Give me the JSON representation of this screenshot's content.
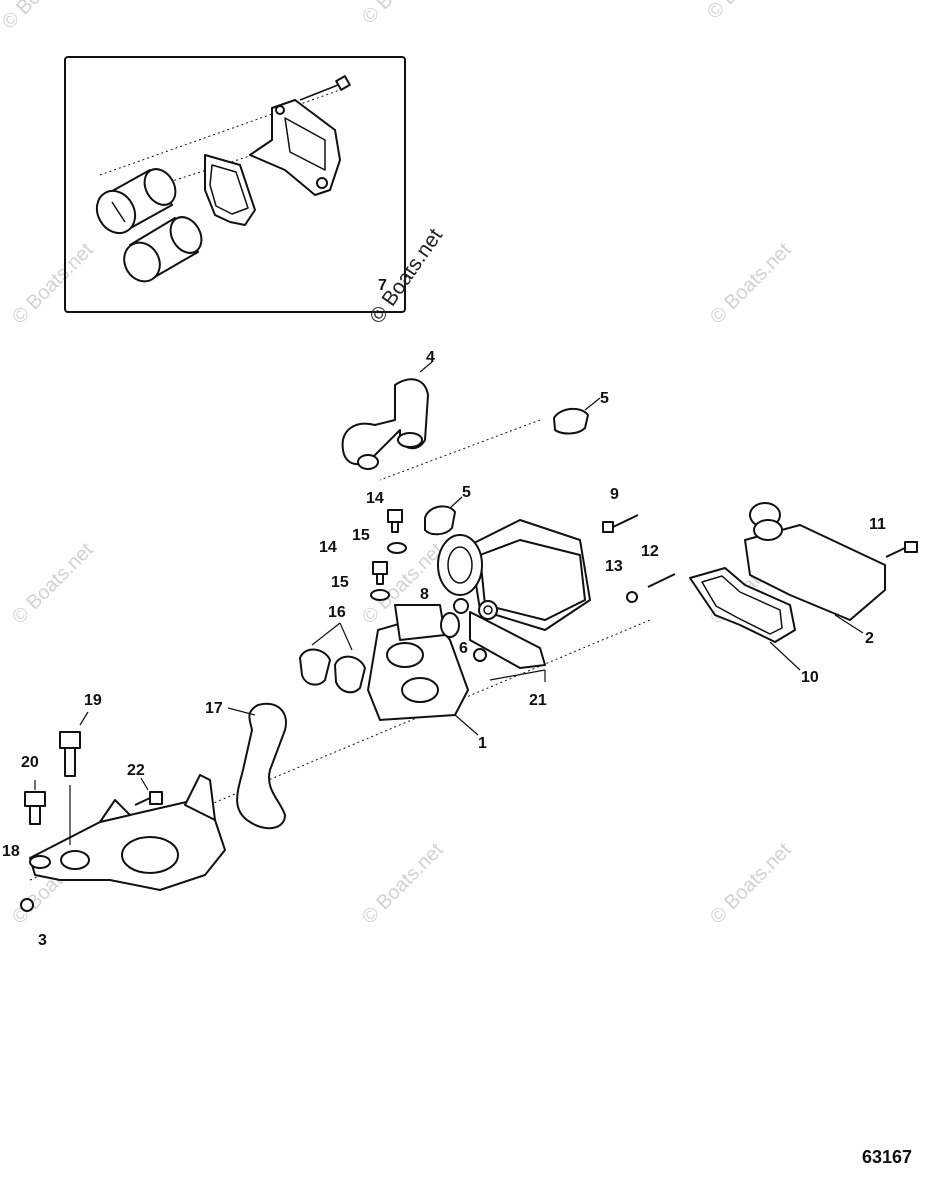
{
  "watermark_text": "© Boats.net",
  "inset_watermark_text": "© Boats.net",
  "figure_number": "63167",
  "callouts": {
    "c1": "1",
    "c2": "2",
    "c3": "3",
    "c4": "4",
    "c5a": "5",
    "c5b": "5",
    "c6": "6",
    "c7": "7",
    "c8": "8",
    "c9": "9",
    "c10": "10",
    "c11": "11",
    "c12": "12",
    "c13": "13",
    "c14a": "14",
    "c14b": "14",
    "c15a": "15",
    "c15b": "15",
    "c16": "16",
    "c17": "17",
    "c18": "18",
    "c19": "19",
    "c20": "20",
    "c21": "21",
    "c22": "22"
  }
}
